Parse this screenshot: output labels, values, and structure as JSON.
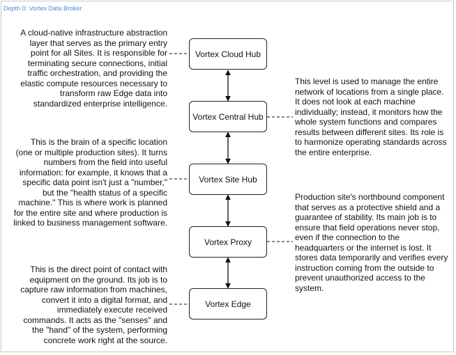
{
  "page": {
    "title": "Depth 0: Vortex Data Broker"
  },
  "nodes": {
    "cloud": "Vortex Cloud Hub",
    "central": "Vortex Central Hub",
    "site": "Vortex Site Hub",
    "proxy": "Vortex Proxy",
    "edge": "Vortex Edge"
  },
  "notes": {
    "cloud": "A cloud-native infrastructure abstraction layer that serves as the primary entry point for all Sites. It is responsible for terminating secure connections, initial traffic orchestration, and providing the elastic compute resources necessary to transform raw Edge data into standardized enterprise intelligence.",
    "central": "This level is used to manage the entire network of locations from a single place. It does not look at each machine individually; instead, it monitors how the whole system functions and compares results between different sites. Its role is to harmonize operating standards across the entire enterprise.",
    "site": "This is the brain of a specific location (one or multiple production sites). It turns numbers from the field into useful information: for example, it knows that a specific data point isn't just a \"number,\" but the \"health status of a specific machine.\" This is where work is planned for the entire site and where production is linked to business management software.",
    "proxy": "Production site's northbound component that serves as a protective shield and a guarantee of stability. Its main job is to ensure that field operations never stop, even if the connection to the headquarters or the internet is lost. It stores data temporarily and verifies every instruction coming from the outside to prevent unauthorized access to the system.",
    "edge": "This is the direct point of contact with equipment on the ground. Its job is to capture raw information from machines, convert it into a digital format, and immediately execute received commands. It acts as the \"senses\" and the \"hand\" of the system, performing concrete work right at the source."
  }
}
